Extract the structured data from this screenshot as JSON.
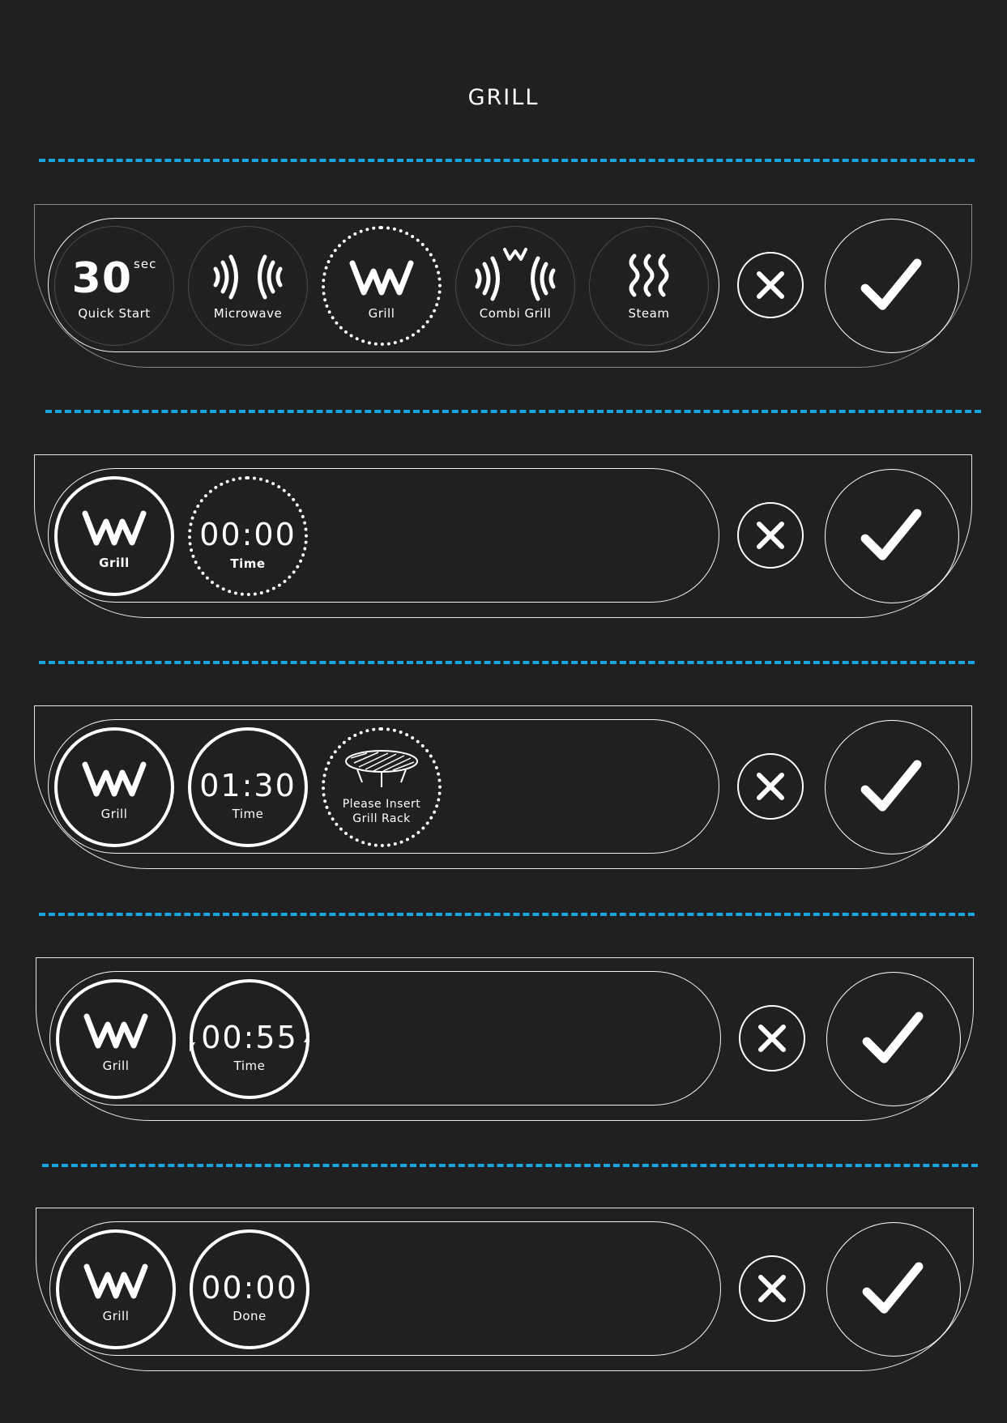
{
  "screen": {
    "title": "GRILL"
  },
  "colors": {
    "background": "#202020",
    "divider": "#1aa4e0",
    "foreground": "#ffffff"
  },
  "row1": {
    "modes": [
      {
        "value": "30",
        "sup": "sec",
        "label": "Quick Start",
        "icon": "quick-start-icon"
      },
      {
        "label": "Microwave",
        "icon": "microwave-waves-icon"
      },
      {
        "label": "Grill",
        "icon": "grill-icon",
        "selected": true
      },
      {
        "label": "Combi Grill",
        "icon": "combi-grill-icon"
      },
      {
        "label": "Steam",
        "icon": "steam-icon"
      }
    ]
  },
  "row2": {
    "grill_label": "Grill",
    "time_value": "00:00",
    "time_label": "Time"
  },
  "row3": {
    "grill_label": "Grill",
    "time_value": "01:30",
    "time_label": "Time",
    "rack_line1": "Please Insert",
    "rack_line2": "Grill Rack"
  },
  "row4": {
    "grill_label": "Grill",
    "time_value": "00:55",
    "time_label": "Time"
  },
  "row5": {
    "grill_label": "Grill",
    "time_value": "00:00",
    "time_label": "Done"
  },
  "controls": {
    "cancel_icon": "close-icon",
    "confirm_icon": "check-icon"
  }
}
